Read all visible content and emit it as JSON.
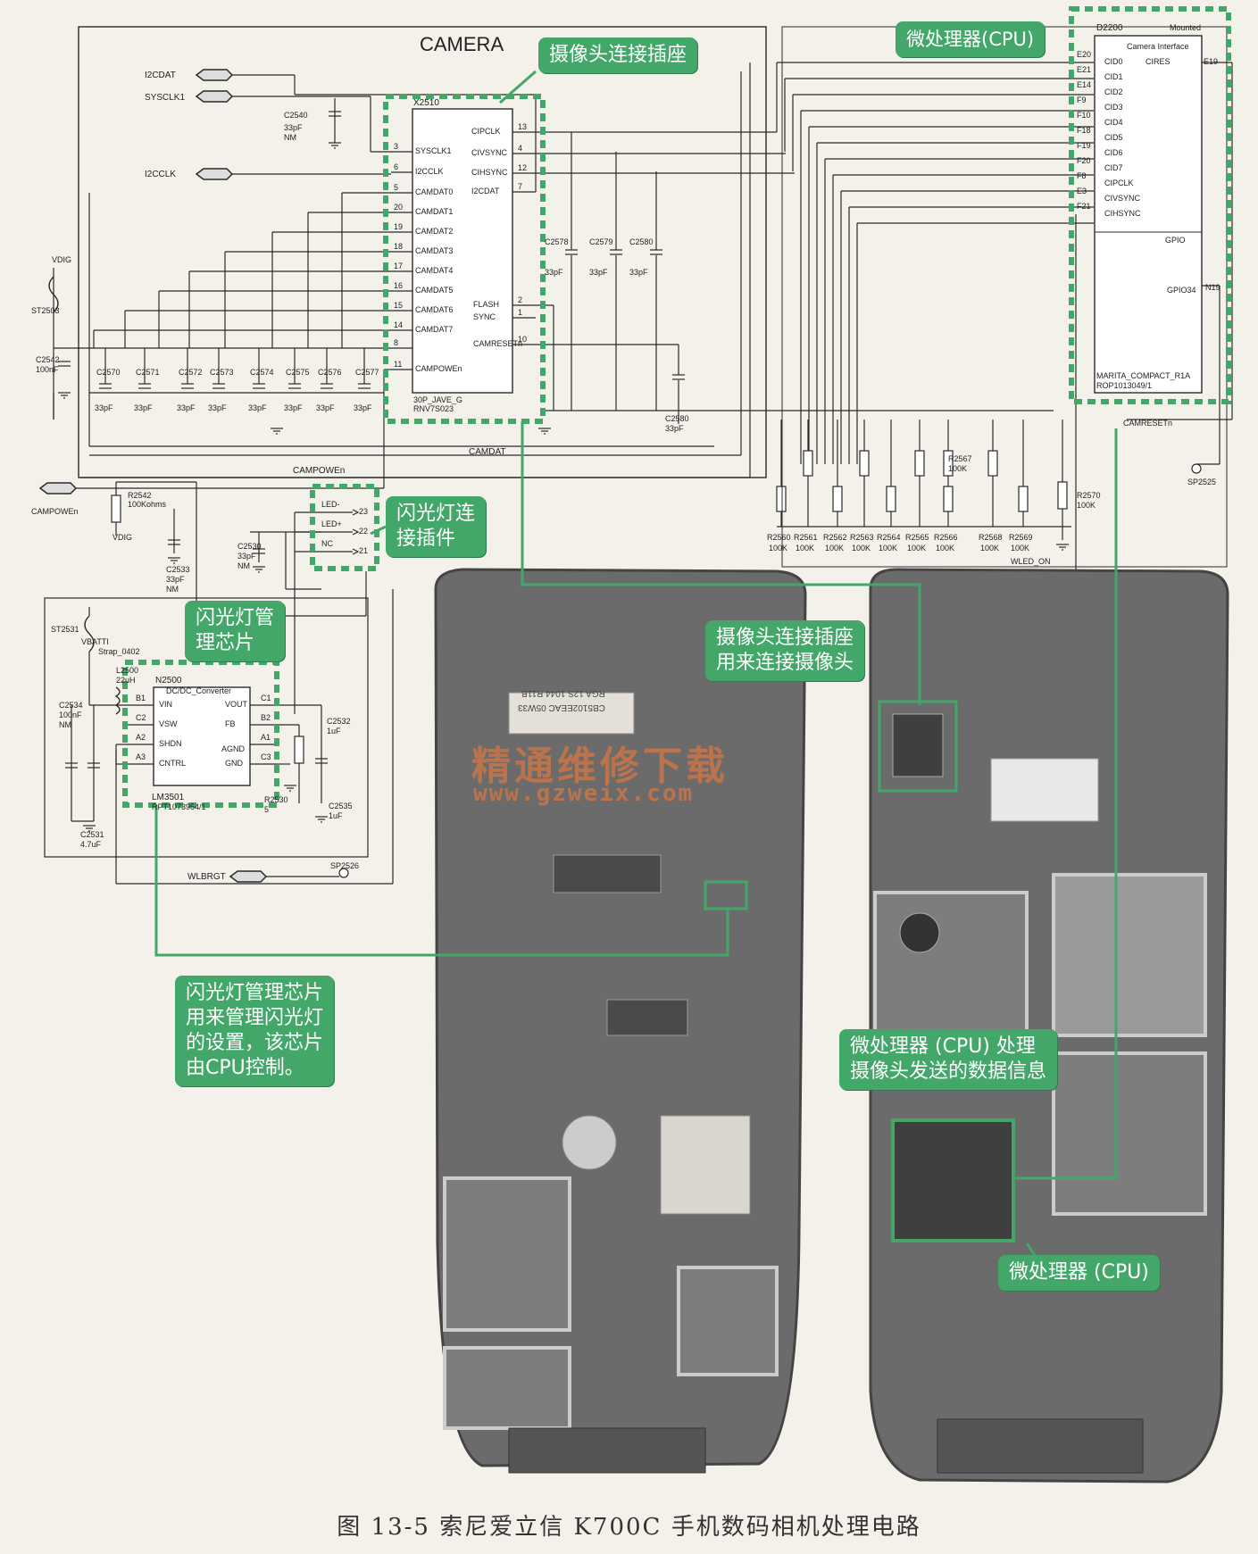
{
  "schematic": {
    "camera_block_title": "CAMERA",
    "camera_connector": {
      "ref": "X2510",
      "part": "30P_JAVE_G",
      "part2": "RNV7S023",
      "left_pins": [
        {
          "num": "3",
          "name": "SYSCLK1"
        },
        {
          "num": "6",
          "name": "I2CCLK"
        },
        {
          "num": "5",
          "name": "CAMDAT0"
        },
        {
          "num": "20",
          "name": "CAMDAT1"
        },
        {
          "num": "19",
          "name": "CAMDAT2"
        },
        {
          "num": "18",
          "name": "CAMDAT3"
        },
        {
          "num": "17",
          "name": "CAMDAT4"
        },
        {
          "num": "16",
          "name": "CAMDAT5"
        },
        {
          "num": "15",
          "name": "CAMDAT6"
        },
        {
          "num": "14",
          "name": "CAMDAT7"
        },
        {
          "num": "8",
          "name": ""
        },
        {
          "num": "11",
          "name": "CAMPOWEn"
        }
      ],
      "right_pins": [
        {
          "num": "13",
          "name": "CIPCLK"
        },
        {
          "num": "4",
          "name": "CIVSYNC"
        },
        {
          "num": "12",
          "name": "CIHSYNC"
        },
        {
          "num": "7",
          "name": "I2CDAT"
        },
        {
          "num": "2",
          "name": "FLASH"
        },
        {
          "num": "1",
          "name": "SYNC"
        },
        {
          "num": "10",
          "name": "CAMRESETn"
        }
      ]
    },
    "ports": {
      "i2cdat": "I2CDAT",
      "sysclk": "SYSCLK1",
      "i2cclk": "I2CCLK",
      "campowen": "CAMPOWEn",
      "wlbrgt": "WLBRGT"
    },
    "net_labels": {
      "vdig_top": "VDIG",
      "vdig_bottom": "VDIG",
      "camdat": "CAMDAT",
      "campowen_bus": "CAMPOWEn",
      "camresetn": "CAMRESETn",
      "wled_on": "WLED_ON",
      "vbatt": "VBATTI"
    },
    "caps_row": [
      {
        "ref": "C2570",
        "value": "33pF"
      },
      {
        "ref": "C2571",
        "value": "33pF"
      },
      {
        "ref": "C2572",
        "value": "33pF"
      },
      {
        "ref": "C2573",
        "value": "33pF"
      },
      {
        "ref": "C2574",
        "value": "33pF"
      },
      {
        "ref": "C2575",
        "value": "33pF"
      },
      {
        "ref": "C2576",
        "value": "33pF"
      },
      {
        "ref": "C2577",
        "value": "33pF"
      }
    ],
    "caps_sync": [
      {
        "ref": "C2578",
        "value": "33pF"
      },
      {
        "ref": "C2579",
        "value": "33pF"
      },
      {
        "ref": "C2580",
        "value": "33pF"
      }
    ],
    "misc_parts": {
      "c2540": "C2540",
      "c2540_val": "33pF",
      "c2540_nm": "NM",
      "st2503": "ST2503",
      "c2542": "C2542",
      "c2542_val": "100nF",
      "c2580b": "C2580",
      "c2580b_val": "33pF",
      "r2542": "R2542",
      "r2542_val": "100Kohms",
      "c2533": "C2533",
      "c2533_val": "33pF",
      "c2533_nm": "NM",
      "c2530": "C2530",
      "c2530_val": "33pF",
      "c2530_nm": "NM",
      "sp2525": "SP2525",
      "r2567": "R2567",
      "r2567_val": "100K",
      "r2570": "R2570",
      "r2570_val": "100K"
    },
    "resistor_bank": [
      {
        "ref": "R2560",
        "value": "100K"
      },
      {
        "ref": "R2561",
        "value": "100K"
      },
      {
        "ref": "R2562",
        "value": "100K"
      },
      {
        "ref": "R2563",
        "value": "100K"
      },
      {
        "ref": "R2564",
        "value": "100K"
      },
      {
        "ref": "R2565",
        "value": "100K"
      },
      {
        "ref": "R2566",
        "value": "100K"
      },
      {
        "ref": "R2568",
        "value": "100K"
      },
      {
        "ref": "R2569",
        "value": "100K"
      }
    ],
    "flash_connector": {
      "pins": [
        {
          "num": "23",
          "name": "LED-"
        },
        {
          "num": "22",
          "name": "LED+"
        },
        {
          "num": "21",
          "name": "NC"
        }
      ]
    },
    "cpu": {
      "ref": "D2200",
      "mounted": "Mounted",
      "interface": "Camera Interface",
      "pins": [
        "CID0",
        "CID1",
        "CID2",
        "CID3",
        "CID4",
        "CID5",
        "CID6",
        "CID7",
        "CIPCLK",
        "CIVSYNC",
        "CIHSYNC"
      ],
      "pin_nums": [
        "E20",
        "E21",
        "E14",
        "F9",
        "F10",
        "F18",
        "F19",
        "F20",
        "F8",
        "E3",
        "F21"
      ],
      "cires": "CIRES",
      "cires_num": "E19",
      "gpio": "GPIO",
      "gpio34": "GPIO34",
      "gpio34_num": "N19",
      "part": "MARITA_COMPACT_R1A",
      "part2": "ROP1013049/1"
    },
    "flash_ic": {
      "ref": "N2500",
      "type": "DC/DC_Converter",
      "part": "LM3501",
      "part2": "RPT1073954/1",
      "left_pins": [
        {
          "num": "B1",
          "name": "VIN"
        },
        {
          "num": "C2",
          "name": "VSW"
        },
        {
          "num": "A2",
          "name": "SHDN"
        },
        {
          "num": "A3",
          "name": "CNTRL"
        }
      ],
      "right_pins": [
        {
          "num": "C1",
          "name": "VOUT"
        },
        {
          "num": "B2",
          "name": "FB"
        },
        {
          "num": "A1",
          "name": ""
        },
        {
          "num": "C3",
          "name": "GND"
        }
      ],
      "agnd": "AGND"
    },
    "flash_parts": {
      "st2531": "ST2531",
      "strap": "Strap_0402",
      "l2500": "L2500",
      "l2500_val": "22uH",
      "c2534": "C2534",
      "c2534_val": "100nF",
      "c2534_nm": "NM",
      "c2531": "C2531",
      "c2531_val": "4.7uF",
      "c2532": "C2532",
      "c2532_val": "1uF",
      "c2535": "C2535",
      "c2535_val": "1uF",
      "r2530": "R2530",
      "r2530_num": "5",
      "sp2526": "SP2526"
    }
  },
  "callouts": {
    "camera_socket": "摄像头连接插座",
    "cpu": "微处理器(CPU)",
    "flash_connector": [
      "闪光灯连",
      "接插件"
    ],
    "flash_chip": [
      "闪光灯管",
      "理芯片"
    ],
    "camera_socket_photo": [
      "摄像头连接插座",
      "用来连接摄像头"
    ],
    "flash_chip_desc": [
      "闪光灯管理芯片",
      "用来管理闪光灯",
      "的设置，该芯片",
      "由CPU控制。"
    ],
    "cpu_process": [
      "微处理器 (CPU) 处理",
      "摄像头发送的数据信息"
    ],
    "cpu_photo": "微处理器 (CPU)"
  },
  "boards": {
    "label_left_1": "CB5102EEAC 05W33",
    "label_left_2": "RGA 12S 1044  R11B"
  },
  "watermark": {
    "line1": "精通维修下载",
    "line2": "www.gzweix.com"
  },
  "caption": "图 13-5    索尼爱立信 K700C 手机数码相机处理电路",
  "colors": {
    "accent_green": "#43a76a",
    "board_gray": "#6b6b6b",
    "wire": "#2a2a2a"
  }
}
